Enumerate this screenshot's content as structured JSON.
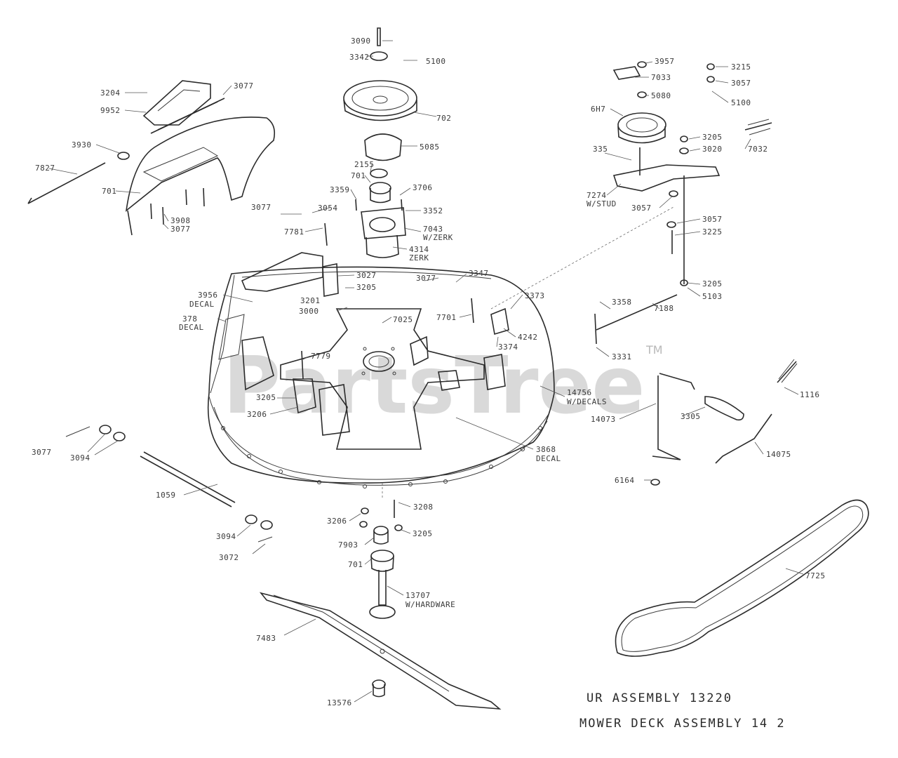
{
  "title_lines": [
    "UR ASSEMBLY   13220",
    "MOWER DECK ASSEMBLY   14  2"
  ],
  "watermark": {
    "brand": "PartsTree",
    "trademark": "TM"
  },
  "colors": {
    "line": "#2b2b2b",
    "label": "#3a3a3a",
    "watermark": "#b9b9b9"
  },
  "labels": [
    "3090",
    "3342",
    "5100",
    "702",
    "5085",
    "2155",
    "701",
    "3359",
    "3706",
    "3352",
    "7043",
    "W/ZERK",
    "4314",
    "ZERK",
    "3204",
    "3077",
    "9952",
    "3930",
    "7827",
    "701",
    "3908",
    "3077",
    "3957",
    "7033",
    "3215",
    "3057",
    "5080",
    "5100",
    "6H7",
    "3205",
    "3020",
    "7032",
    "335",
    "7274",
    "W/STUD",
    "3057",
    "3054",
    "3077",
    "7781",
    "3027",
    "3205",
    "3077",
    "3347",
    "3201",
    "3000",
    "3956",
    "DECAL",
    "378",
    "DECAL",
    "7025",
    "7701",
    "3373",
    "4242",
    "3374",
    "7779",
    "3205",
    "3206",
    "14756",
    "W/DECALS",
    "3057",
    "3225",
    "3205",
    "5103",
    "3358",
    "7188",
    "3331",
    "14073",
    "3305",
    "1116",
    "14075",
    "6164",
    "3868",
    "DECAL",
    "3077",
    "3094",
    "1059",
    "3094",
    "3072",
    "3208",
    "3206",
    "7903",
    "3205",
    "701",
    "13707",
    "W/HARDWARE",
    "7483",
    "13576",
    "7725"
  ]
}
